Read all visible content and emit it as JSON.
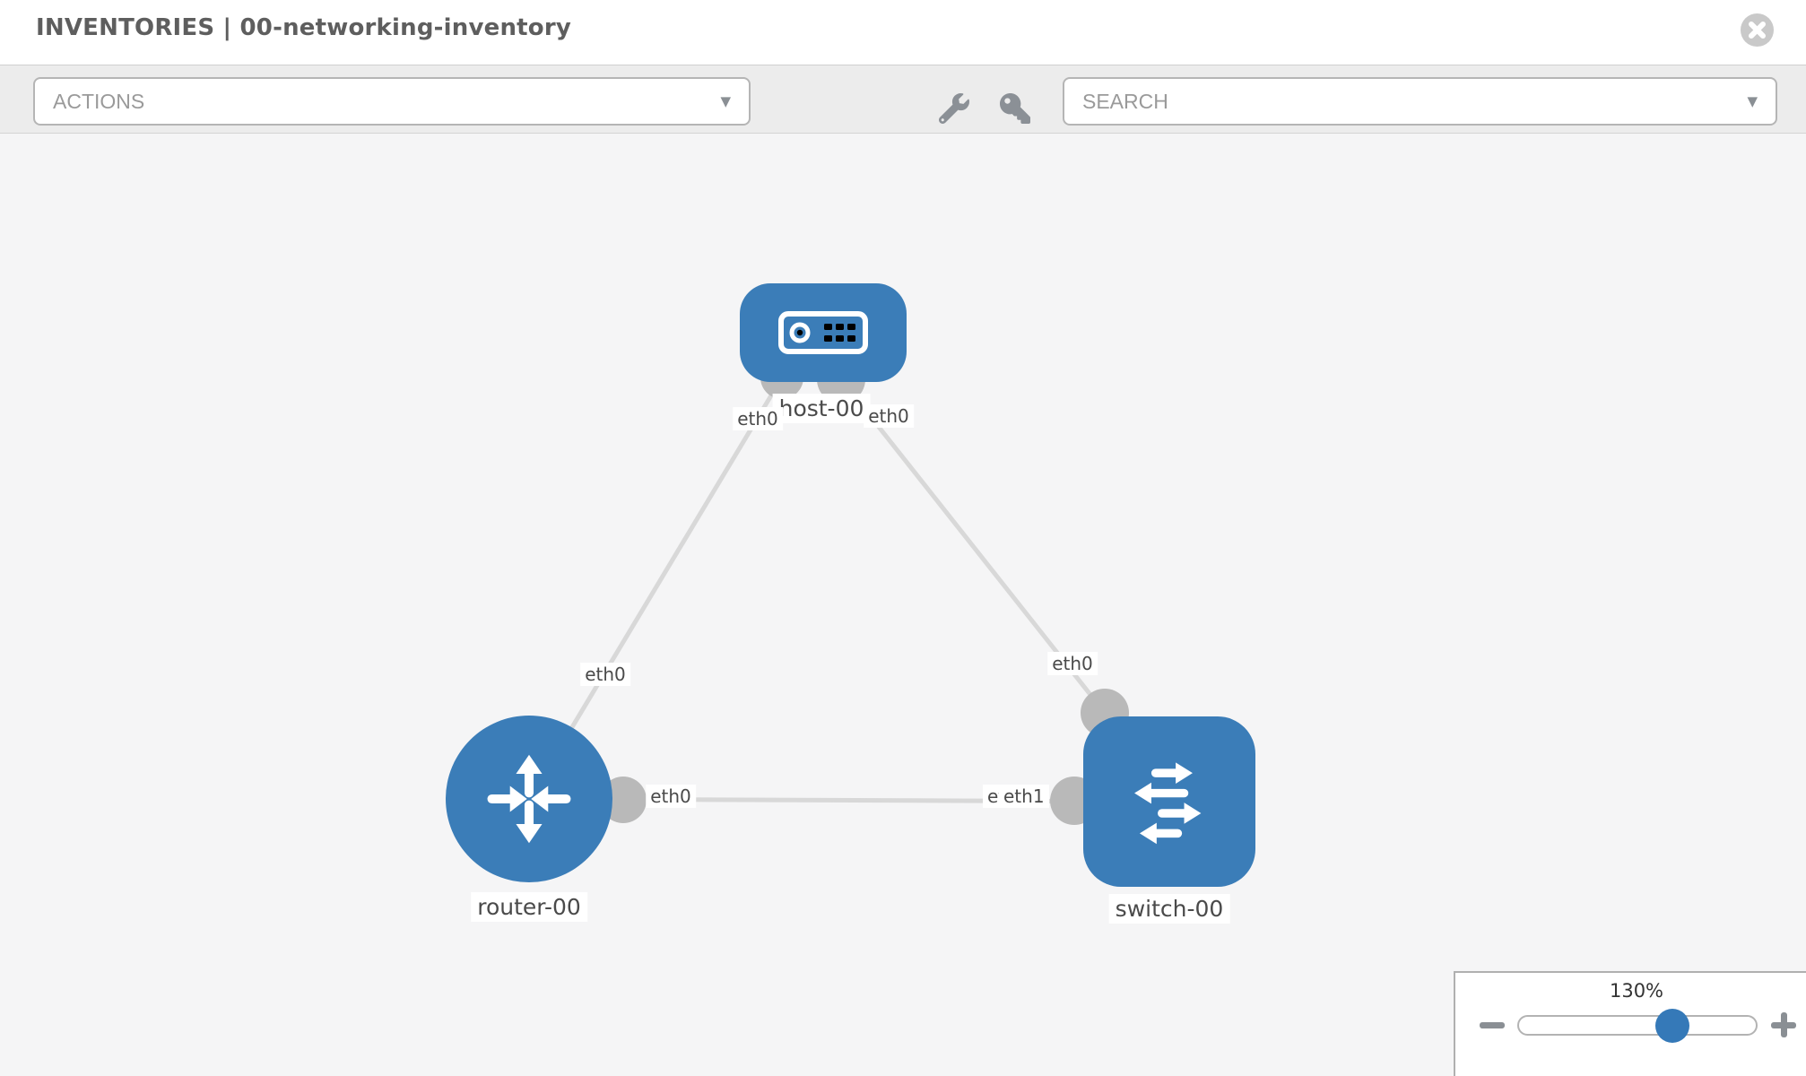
{
  "header": {
    "title": "INVENTORIES | 00-networking-inventory"
  },
  "toolbar": {
    "actions_label": "ACTIONS",
    "search_label": "SEARCH"
  },
  "diagram": {
    "nodes": [
      {
        "id": "host-00",
        "type": "host",
        "label": "host-00"
      },
      {
        "id": "router-00",
        "type": "router",
        "label": "router-00"
      },
      {
        "id": "switch-00",
        "type": "switch",
        "label": "switch-00"
      }
    ],
    "links": [
      {
        "source": "host-00",
        "source_interface": "eth0",
        "target": "router-00",
        "target_interface": "eth0"
      },
      {
        "source": "host-00",
        "source_interface": "eth0",
        "target": "switch-00",
        "target_interface": "eth0"
      },
      {
        "source": "router-00",
        "source_interface": "eth0",
        "target": "switch-00",
        "target_interface": "eth1"
      }
    ],
    "interface_chips": {
      "host_left": "eth0",
      "host_right": "eth0",
      "link_host_router_router_end": "eth0",
      "link_host_switch_switch_end": "eth0",
      "link_router_switch_router_end": "eth0",
      "link_router_switch_switch_back": "eth0",
      "link_router_switch_switch_front": "eth1"
    }
  },
  "zoom_control": {
    "level": "130%"
  },
  "colors": {
    "node_blue": "#3b7db8",
    "link_gray": "#d8d8d8",
    "interface_dot_gray": "#b9b9b9",
    "slider_knob_blue": "#3579b8"
  }
}
